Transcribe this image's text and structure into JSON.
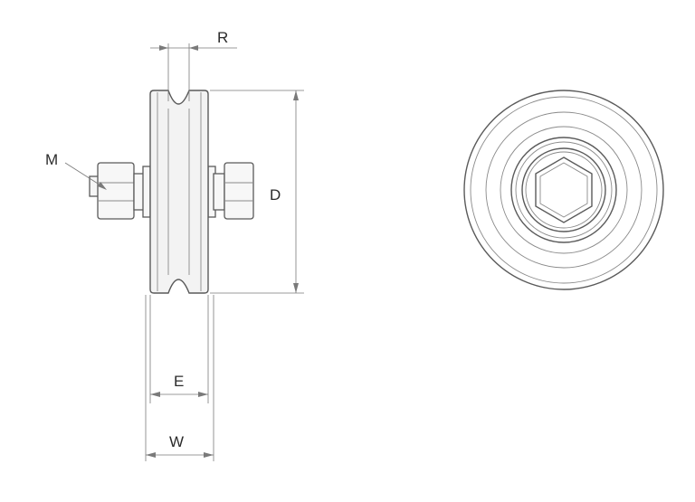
{
  "labels": {
    "radius": "R",
    "thread": "M",
    "diameter": "D",
    "bearing_width": "E",
    "total_width": "W"
  }
}
